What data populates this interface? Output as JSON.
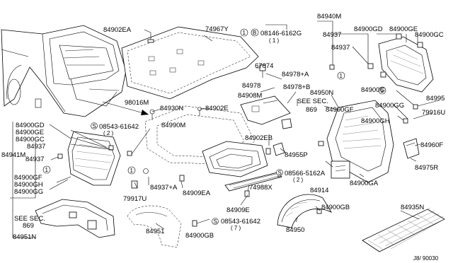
{
  "callouts": [
    {
      "text": "84902EA"
    },
    {
      "text": "74967Y"
    },
    {
      "text": "08146-6162G"
    },
    {
      "text": "( 1 )"
    },
    {
      "text": "84940M"
    },
    {
      "text": "84937"
    },
    {
      "text": "84900GD"
    },
    {
      "text": "84900GE"
    },
    {
      "text": "84900GC"
    },
    {
      "text": "84937"
    },
    {
      "text": "67874"
    },
    {
      "text": "84978+A"
    },
    {
      "text": "84978"
    },
    {
      "text": "84978+B"
    },
    {
      "text": "84908M"
    },
    {
      "text": "84950N"
    },
    {
      "text": "84900G"
    },
    {
      "text": "84995"
    },
    {
      "text": "98016M"
    },
    {
      "text": "84930N"
    },
    {
      "text": "84902E"
    },
    {
      "text": "SEE SEC."
    },
    {
      "text": "869"
    },
    {
      "text": "84900GF"
    },
    {
      "text": "84900GG"
    },
    {
      "text": "84900GH"
    },
    {
      "text": "79916U"
    },
    {
      "text": "84900GD"
    },
    {
      "text": "84900GE"
    },
    {
      "text": "84900GC"
    },
    {
      "text": "84937"
    },
    {
      "text": "08543-61642"
    },
    {
      "text": "( 2 )"
    },
    {
      "text": "84990M"
    },
    {
      "text": "84902EB"
    },
    {
      "text": "84955P"
    },
    {
      "text": "84960F"
    },
    {
      "text": "84941M"
    },
    {
      "text": "84937"
    },
    {
      "text": "84900GF"
    },
    {
      "text": "84900GH"
    },
    {
      "text": "84900GG"
    },
    {
      "text": "SEE SEC."
    },
    {
      "text": "869"
    },
    {
      "text": "84951N"
    },
    {
      "text": "79917U"
    },
    {
      "text": "84937+A"
    },
    {
      "text": "84909EA"
    },
    {
      "text": "08566-5162A"
    },
    {
      "text": "( 2 )"
    },
    {
      "text": "74988X"
    },
    {
      "text": "84914"
    },
    {
      "text": "84900GA"
    },
    {
      "text": "84975R"
    },
    {
      "text": "84909E"
    },
    {
      "text": "08543-61642"
    },
    {
      "text": "( 7 )"
    },
    {
      "text": "84951"
    },
    {
      "text": "84900GB"
    },
    {
      "text": "84950"
    },
    {
      "text": "84900GB"
    },
    {
      "text": "84935N"
    },
    {
      "text": "J8/ 90030"
    }
  ]
}
